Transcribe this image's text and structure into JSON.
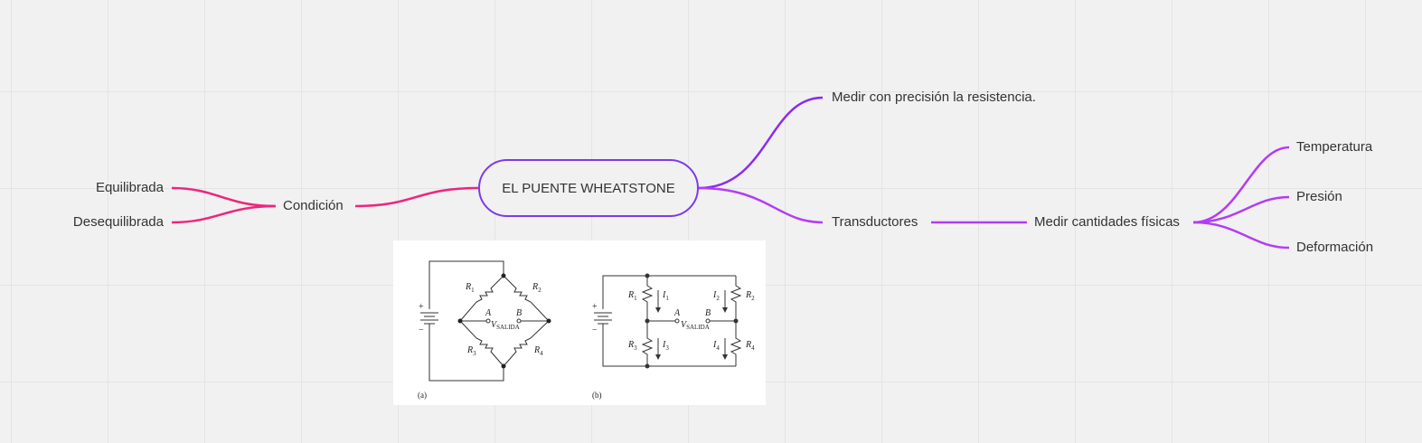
{
  "center": {
    "label": "EL PUENTE WHEATSTONE"
  },
  "left_branch": {
    "node": "Condición",
    "children": [
      "Equilibrada",
      "Desequilibrada"
    ]
  },
  "right_branch": {
    "purpose": "Medir con precisión la resistencia.",
    "transducers": "Transductores",
    "measure": "Medir cantidades físicas",
    "quantities": [
      "Temperatura",
      "Presión",
      "Deformación"
    ]
  },
  "figure": {
    "caption_a": "(a)",
    "caption_b": "(b)",
    "r1": "R",
    "r1_sub": "1",
    "r2": "R",
    "r2_sub": "2",
    "r3": "R",
    "r3_sub": "3",
    "r4": "R",
    "r4_sub": "4",
    "i1": "I",
    "i1_sub": "1",
    "i2": "I",
    "i2_sub": "2",
    "i3": "I",
    "i3_sub": "3",
    "i4": "I",
    "i4_sub": "4",
    "node_a": "A",
    "node_b": "B",
    "vout": "V",
    "vout_sub": "SALIDA",
    "plus": "+",
    "minus": "−"
  },
  "colors": {
    "left_branch": "#f0247c",
    "right_branch_1": "#8b2cf0",
    "right_branch_2": "#b33cf5",
    "center_border": "#7c3aed"
  }
}
